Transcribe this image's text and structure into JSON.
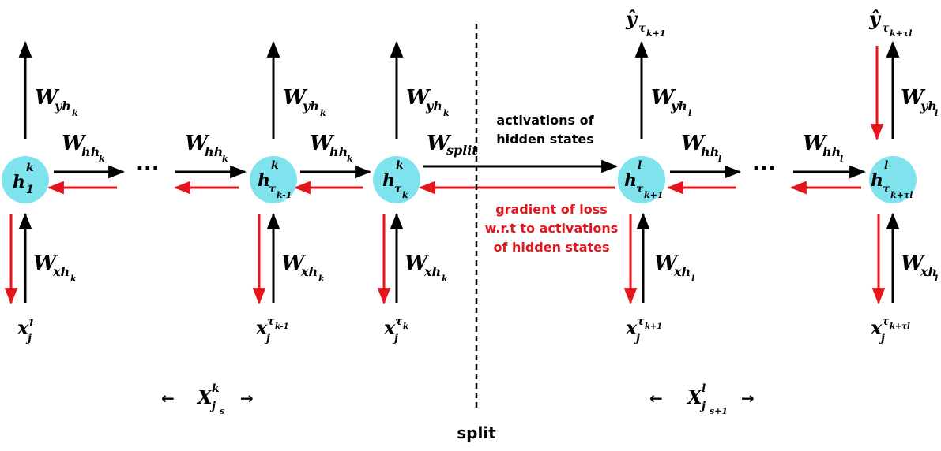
{
  "colors": {
    "node_fill": "#7fe3ee",
    "black": "#000000",
    "red": "#e4161b"
  },
  "nodes": [
    {
      "id": "h1",
      "base": "h",
      "sup": "k",
      "sub": "1",
      "subsub": ""
    },
    {
      "id": "htk1",
      "base": "h",
      "sup": "k",
      "sub": "τ",
      "subsub": "k-1"
    },
    {
      "id": "htk",
      "base": "h",
      "sup": "k",
      "sub": "τ",
      "subsub": "k"
    },
    {
      "id": "htk_plus1",
      "base": "h",
      "sup": "l",
      "sub": "τ",
      "subsub": "k+1"
    },
    {
      "id": "htk_taul",
      "base": "h",
      "sup": "l",
      "sub": "τ",
      "subsub": "k+τl"
    }
  ],
  "weights": {
    "w": "W",
    "yh_k": "yh",
    "k": "k",
    "hh_k": "hh",
    "xh_k": "xh",
    "yh_l": "yh",
    "l": "l",
    "hh_l": "hh",
    "xh_l": "xh",
    "split": "split"
  },
  "inputs": [
    {
      "base": "x",
      "sub": "j",
      "sup": "1"
    },
    {
      "base": "x",
      "sub": "j",
      "sup": "τ",
      "supsub": "k-1"
    },
    {
      "base": "x",
      "sub": "j",
      "sup": "τ",
      "supsub": "k"
    },
    {
      "base": "x",
      "sub": "j",
      "sup": "τ",
      "supsub": "k+1"
    },
    {
      "base": "x",
      "sub": "j",
      "sup": "τ",
      "supsub": "k+τl"
    }
  ],
  "outputs": [
    {
      "base": "ŷ",
      "sub": "τ",
      "subsub": "k+1"
    },
    {
      "base": "ŷ",
      "sub": "τ",
      "subsub": "k+τl"
    }
  ],
  "ellipsis": "···",
  "annotations": {
    "activations_line1": "activations of",
    "activations_line2": "hidden states",
    "gradient_line1": "gradient of loss",
    "gradient_line2": "w.r.t to activations",
    "gradient_line3": "of hidden states",
    "split_label": "split"
  },
  "segments": [
    {
      "base": "X",
      "sub": "j",
      "sup": "k",
      "subsub": "s",
      "left_arrow": "←",
      "right_arrow": "→"
    },
    {
      "base": "X",
      "sub": "j",
      "sup": "l",
      "subsub": "s+1",
      "left_arrow": "←",
      "right_arrow": "→"
    }
  ]
}
